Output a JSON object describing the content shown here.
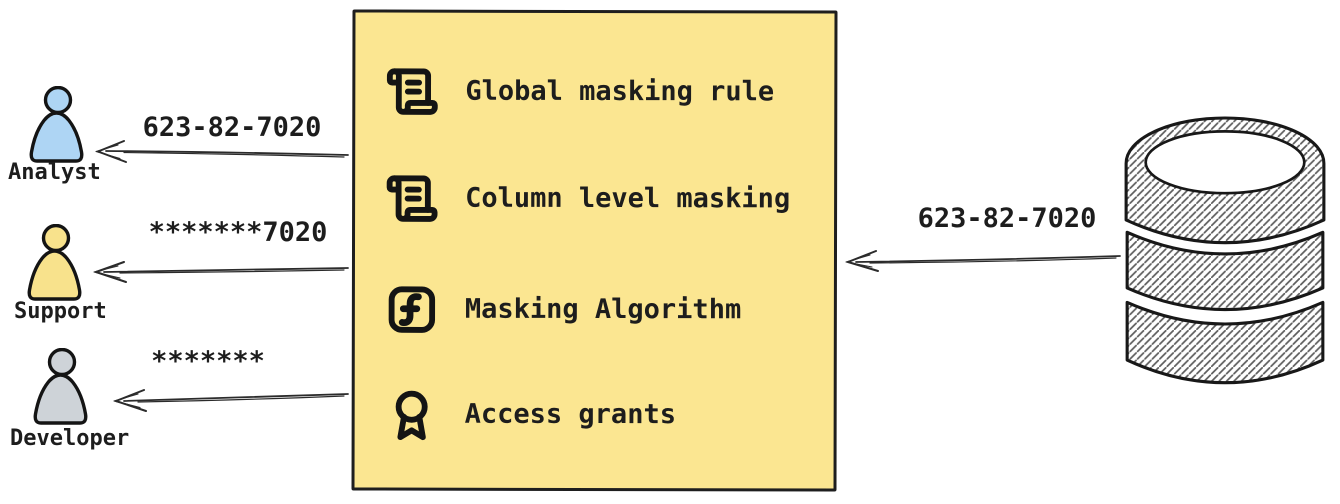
{
  "colors": {
    "ink": "#1d1d1d",
    "box_fill": "#fbe691",
    "analyst_fill": "#aed5f4",
    "support_fill": "#f8e28c",
    "developer_fill": "#ced3d8"
  },
  "box": {
    "items": [
      {
        "icon": "scroll-text-icon",
        "label": "Global masking rule"
      },
      {
        "icon": "scroll-text-icon",
        "label": "Column level masking"
      },
      {
        "icon": "function-square-icon",
        "label": "Masking Algorithm"
      },
      {
        "icon": "award-icon",
        "label": "Access grants"
      }
    ]
  },
  "actors": [
    {
      "name": "Analyst",
      "icon": "person-icon",
      "fill": "#aed5f4",
      "received_value": "623-82-7020"
    },
    {
      "name": "Support",
      "icon": "person-icon",
      "fill": "#f8e28c",
      "received_value": "*******7020"
    },
    {
      "name": "Developer",
      "icon": "person-icon",
      "fill": "#ced3d8",
      "received_value": "*******"
    }
  ],
  "source": {
    "icon": "database-icon",
    "sent_value": "623-82-7020"
  }
}
